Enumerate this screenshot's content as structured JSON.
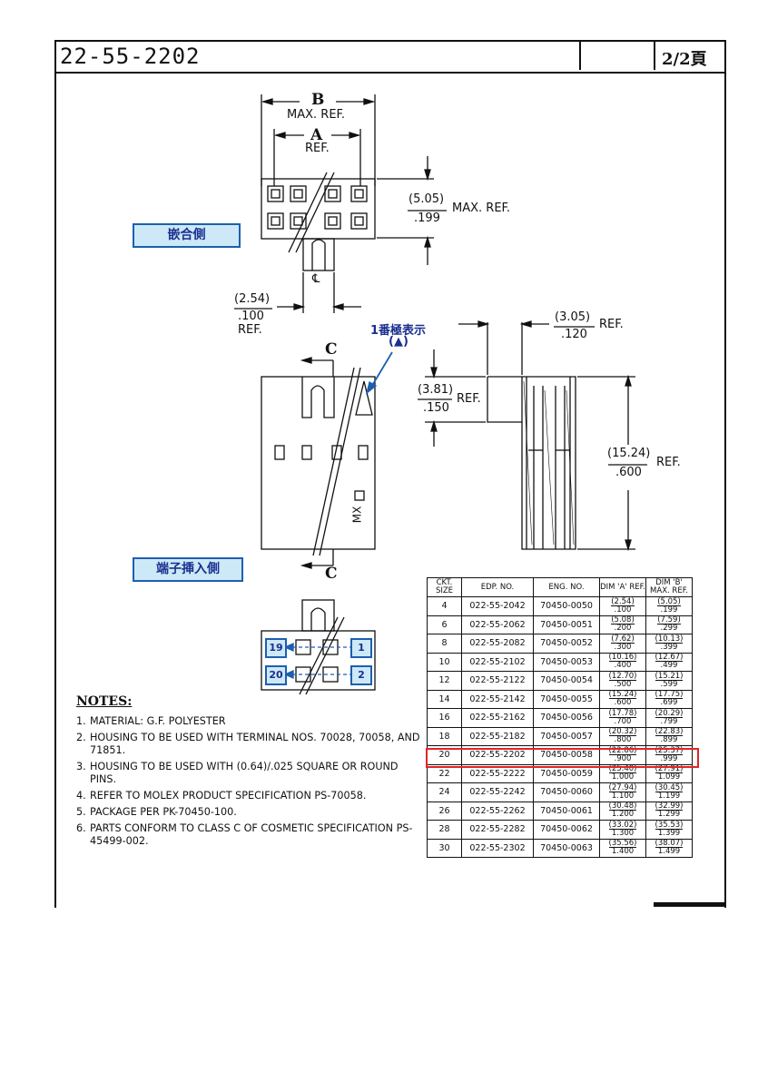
{
  "header": {
    "part_number": "22-55-2202",
    "page": "2/2頁"
  },
  "labels": {
    "mating_side": "嵌合側",
    "terminal_side": "端子挿入側",
    "pin1_mark_line1": "1番極表示",
    "pin1_mark_line2": "(▲)",
    "pin_19": "19",
    "pin_1": "1",
    "pin_20": "20",
    "pin_2": "2"
  },
  "dims": {
    "B": "B",
    "B_note": "MAX. REF.",
    "A": "A",
    "A_note": "REF.",
    "height_mm": "(5.05)",
    "height_in": ".199",
    "height_note": "MAX. REF.",
    "centerline": "℄",
    "pitch_mm": "(2.54)",
    "pitch_in": ".100",
    "pitch_note": "REF.",
    "C1": "C",
    "C2": "C",
    "wall_mm": "(3.05)",
    "wall_in": ".120",
    "wall_note": "REF.",
    "step_mm": "(3.81)",
    "step_in": ".150",
    "step_note": "REF.",
    "len_mm": "(15.24)",
    "len_in": ".600",
    "len_note": "REF.",
    "mx": "MX"
  },
  "notes": {
    "heading": "NOTES:",
    "items": [
      {
        "k": "1.",
        "text": "MATERIAL: G.F. POLYESTER"
      },
      {
        "k": "2.",
        "text": "HOUSING TO BE USED WITH TERMINAL NOS. 70028, 70058, AND 71851."
      },
      {
        "k": "3.",
        "text": "HOUSING TO BE USED WITH (0.64)/.025 SQUARE OR ROUND PINS."
      },
      {
        "k": "4.",
        "text": "REFER TO MOLEX PRODUCT SPECIFICATION PS-70058."
      },
      {
        "k": "5.",
        "text": "PACKAGE PER PK-70450-100."
      },
      {
        "k": "6.",
        "text": "PARTS CONFORM TO CLASS C OF COSMETIC SPECIFICATION PS-45499-002."
      }
    ]
  },
  "table": {
    "headers": [
      "CKT. SIZE",
      "EDP. NO.",
      "ENG. NO.",
      "DIM 'A' REF.",
      "DIM 'B' MAX. REF."
    ],
    "rows": [
      [
        "4",
        "022-55-2042",
        "70450-0050",
        "(2.54)",
        ".100",
        "(5.05)",
        ".199"
      ],
      [
        "6",
        "022-55-2062",
        "70450-0051",
        "(5.08)",
        ".200",
        "(7.59)",
        ".299"
      ],
      [
        "8",
        "022-55-2082",
        "70450-0052",
        "(7.62)",
        ".300",
        "(10.13)",
        ".399"
      ],
      [
        "10",
        "022-55-2102",
        "70450-0053",
        "(10.16)",
        ".400",
        "(12.67)",
        ".499"
      ],
      [
        "12",
        "022-55-2122",
        "70450-0054",
        "(12.70)",
        ".500",
        "(15.21)",
        ".599"
      ],
      [
        "14",
        "022-55-2142",
        "70450-0055",
        "(15.24)",
        ".600",
        "(17.75)",
        ".699"
      ],
      [
        "16",
        "022-55-2162",
        "70450-0056",
        "(17.78)",
        ".700",
        "(20.29)",
        ".799"
      ],
      [
        "18",
        "022-55-2182",
        "70450-0057",
        "(20.32)",
        ".800",
        "(22.83)",
        ".899"
      ],
      [
        "20",
        "022-55-2202",
        "70450-0058",
        "(22.86)",
        ".900",
        "(25.37)",
        ".999"
      ],
      [
        "22",
        "022-55-2222",
        "70450-0059",
        "(25.40)",
        "1.000",
        "(27.91)",
        "1.099"
      ],
      [
        "24",
        "022-55-2242",
        "70450-0060",
        "(27.94)",
        "1.100",
        "(30.45)",
        "1.199"
      ],
      [
        "26",
        "022-55-2262",
        "70450-0061",
        "(30.48)",
        "1.200",
        "(32.99)",
        "1.299"
      ],
      [
        "28",
        "022-55-2282",
        "70450-0062",
        "(33.02)",
        "1.300",
        "(35.53)",
        "1.399"
      ],
      [
        "30",
        "022-55-2302",
        "70450-0063",
        "(35.56)",
        "1.400",
        "(38.07)",
        "1.499"
      ]
    ],
    "highlight_row": 8,
    "highlight_color": "#e02424"
  },
  "colors": {
    "label_bg": "#cde9f7",
    "label_border": "#1d5fb0",
    "label_text": "#1a2f8f",
    "arrow": "#1d5fb0"
  }
}
